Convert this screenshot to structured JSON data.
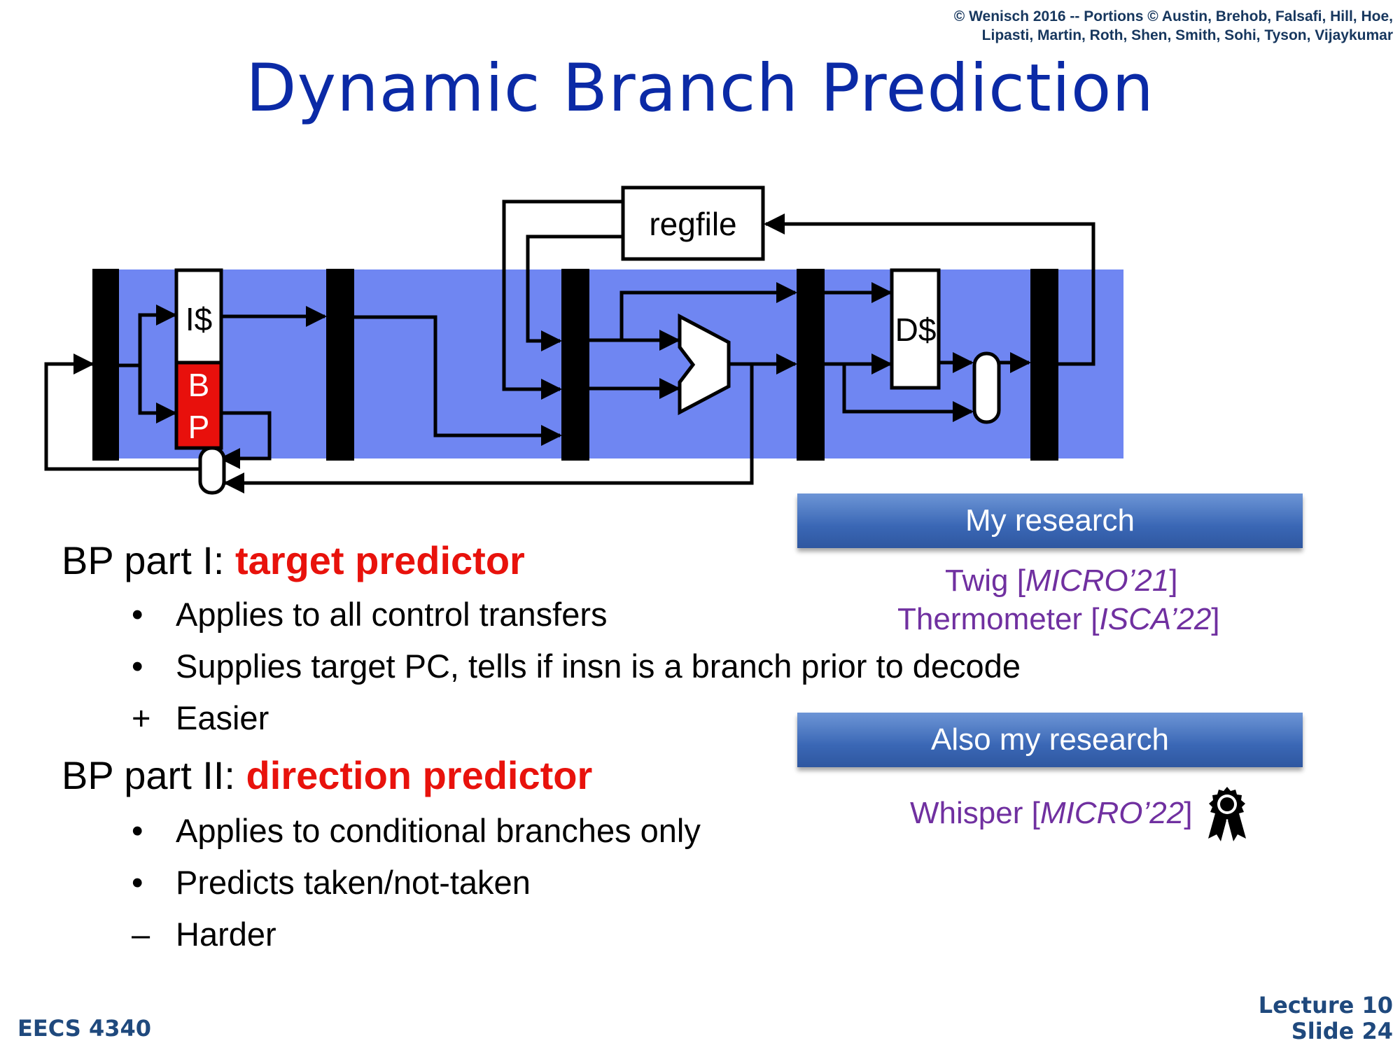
{
  "header": {
    "copyright_line1": "© Wenisch 2016 -- Portions © Austin, Brehob, Falsafi, Hill, Hoe,",
    "copyright_line2": "Lipasti, Martin, Roth, Shen, Smith, Sohi, Tyson, Vijaykumar",
    "title": "Dynamic Branch Prediction"
  },
  "diagram": {
    "icache_label": "I$",
    "bp_label_1": "B",
    "bp_label_2": "P",
    "regfile_label": "regfile",
    "dcache_label": "D$",
    "colors": {
      "pipeline_bg": "#6f86f2",
      "bp_block": "#e8100c",
      "latch": "#000000"
    }
  },
  "content": {
    "part1_prefix": "BP part I: ",
    "part1_highlight": "target predictor",
    "part1_items": [
      {
        "marker": "•",
        "text": "Applies to all control transfers"
      },
      {
        "marker": "•",
        "text": "Supplies target PC, tells if insn is a branch prior to decode"
      },
      {
        "marker": "+",
        "text": "Easier"
      }
    ],
    "part2_prefix": "BP part II: ",
    "part2_highlight": "direction predictor",
    "part2_items": [
      {
        "marker": "•",
        "text": "Applies to conditional branches only"
      },
      {
        "marker": "•",
        "text": "Predicts taken/not-taken"
      },
      {
        "marker": "–",
        "text": "Harder"
      }
    ]
  },
  "callouts": {
    "research1_label": "My research",
    "research1_refs": [
      {
        "name": "Twig [",
        "venue": "MICRO’21",
        "close": "]"
      },
      {
        "name": "Thermometer [",
        "venue": "ISCA’22",
        "close": "]"
      }
    ],
    "research2_label": "Also my research",
    "research2_ref": {
      "name": "Whisper [",
      "venue": "MICRO’22",
      "close": "]"
    },
    "award_icon": "award-ribbon-icon",
    "text_color": "#7030a0"
  },
  "footer": {
    "course": "EECS 4340",
    "lecture": "Lecture 10",
    "slide": "Slide 24"
  }
}
